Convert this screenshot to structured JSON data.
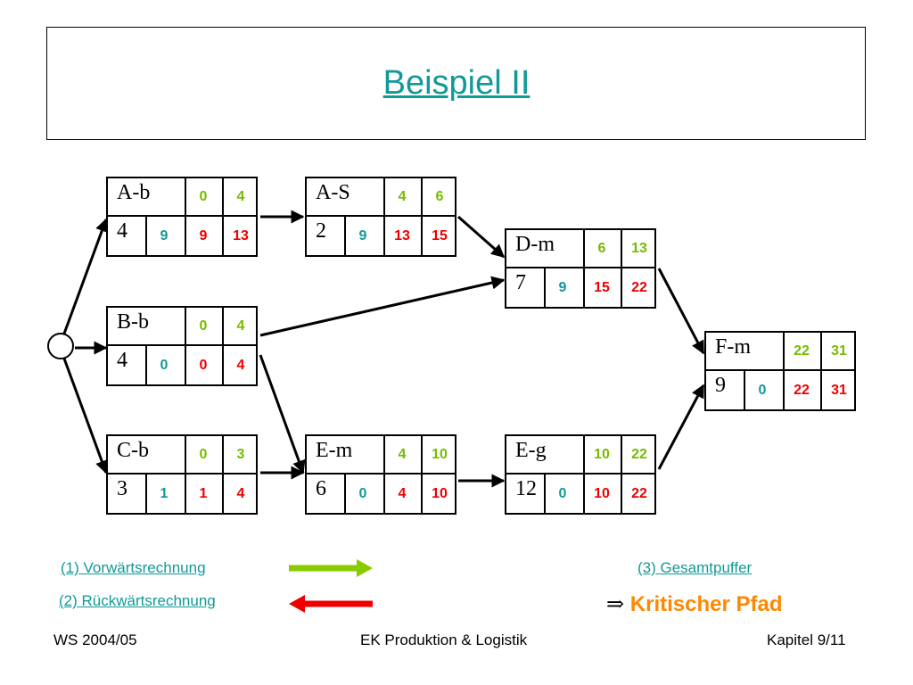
{
  "slide": {
    "title": "Beispiel II"
  },
  "nodes": {
    "ab": {
      "name": "A-b",
      "duration": "4",
      "es": "0",
      "ef": "4",
      "buffer": "9",
      "ls": "9",
      "lf": "13"
    },
    "as": {
      "name": "A-S",
      "duration": "2",
      "es": "4",
      "ef": "6",
      "buffer": "9",
      "ls": "13",
      "lf": "15"
    },
    "dm": {
      "name": "D-m",
      "duration": "7",
      "es": "6",
      "ef": "13",
      "buffer": "9",
      "ls": "15",
      "lf": "22"
    },
    "bb": {
      "name": "B-b",
      "duration": "4",
      "es": "0",
      "ef": "4",
      "buffer": "0",
      "ls": "0",
      "lf": "4"
    },
    "fm": {
      "name": "F-m",
      "duration": "9",
      "es": "22",
      "ef": "31",
      "buffer": "0",
      "ls": "22",
      "lf": "31"
    },
    "cb": {
      "name": "C-b",
      "duration": "3",
      "es": "0",
      "ef": "3",
      "buffer": "1",
      "ls": "1",
      "lf": "4"
    },
    "em": {
      "name": "E-m",
      "duration": "6",
      "es": "4",
      "ef": "10",
      "buffer": "0",
      "ls": "4",
      "lf": "10"
    },
    "eg": {
      "name": "E-g",
      "duration": "12",
      "es": "10",
      "ef": "22",
      "buffer": "0",
      "ls": "10",
      "lf": "22"
    }
  },
  "legend": {
    "forward": "(1) Vorwärtsrechnung",
    "backward": "(2) Rückwärtsrechnung",
    "total_float": "(3) Gesamtpuffer",
    "critical_symbol": "⇒",
    "critical_path": "Kritischer Pfad"
  },
  "footer": {
    "left": "WS 2004/05",
    "center": "EK Produktion & Logistik",
    "right": "Kapitel 9/11"
  },
  "colors": {
    "title": "#119999",
    "earliest_times": "#77bb00",
    "latest_times": "#ee0000",
    "buffer": "#119999",
    "critical_path": "#ff8800",
    "forward_arrow": "#88cc00",
    "backward_arrow": "#ee0000"
  },
  "icons": {
    "start_node": "circle",
    "forward_arrow": "arrow-right-icon",
    "backward_arrow": "arrow-left-icon"
  }
}
